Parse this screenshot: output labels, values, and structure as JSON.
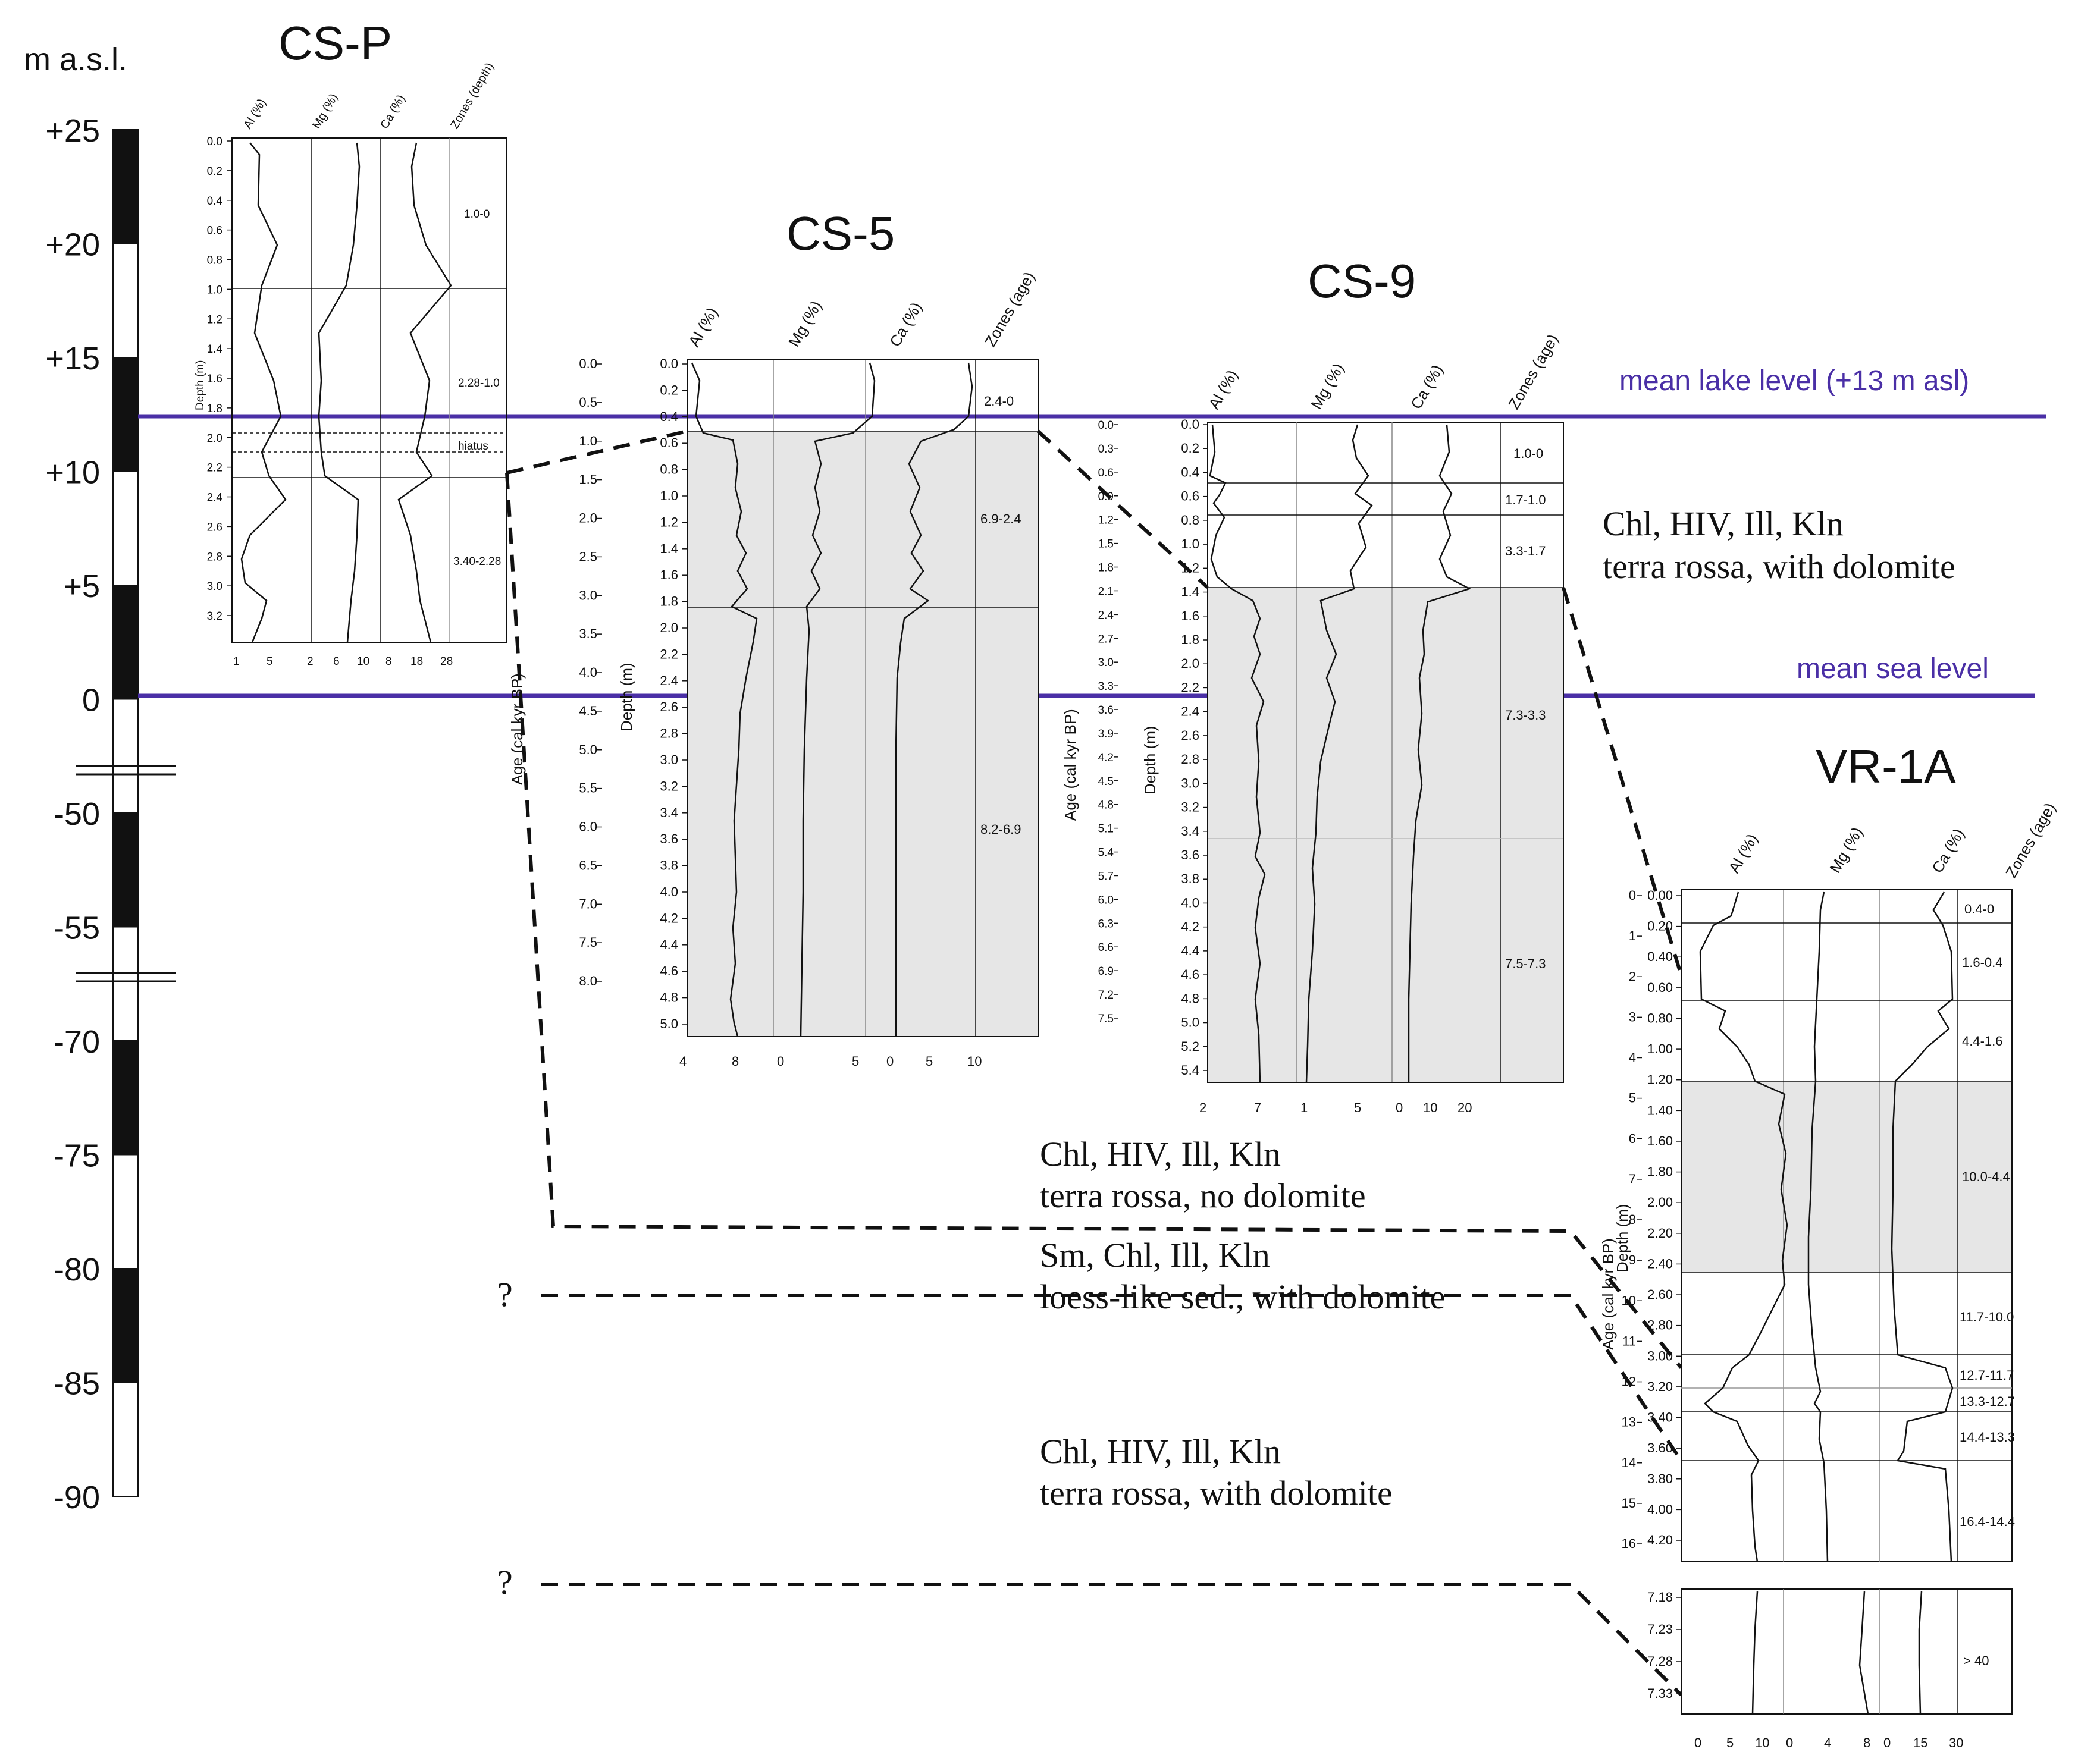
{
  "colors": {
    "level_line": "#4a2fa6",
    "gray_zone": "#e6e6e6",
    "ink": "#111111"
  },
  "scale": {
    "title": "m a.s.l.",
    "labels": [
      "+25",
      "+20",
      "+15",
      "+10",
      "+5",
      "0",
      "-50",
      "-55",
      "-70",
      "-75",
      "-80",
      "-85",
      "-90"
    ]
  },
  "levels": {
    "lake": "mean lake level (+13 m asl)",
    "sea": "mean sea level"
  },
  "notes": {
    "upper": {
      "line1": "Chl, HIV, Ill, Kln",
      "line2": "terra rossa, with dolomite"
    },
    "middle": {
      "line1": "Chl, HIV, Ill, Kln",
      "line2": "terra rossa, no dolomite"
    },
    "loess": {
      "line1": "Sm, Chl, Ill, Kln",
      "line2": "loess-like sed., with dolomite"
    },
    "lower": {
      "line1": "Chl, HIV, Ill, Kln",
      "line2": "terra rossa, with dolomite"
    },
    "question": "?"
  },
  "cores": {
    "csp": {
      "title": "CS-P",
      "columns": [
        "Al (%)",
        "Mg (%)",
        "Ca (%)",
        "Zones (depth)"
      ],
      "depth_label": "Depth (m)",
      "depth_ticks": [
        "0.0",
        "0.2",
        "0.4",
        "0.6",
        "0.8",
        "1.0",
        "1.2",
        "1.4",
        "1.6",
        "1.8",
        "2.0",
        "2.2",
        "2.4",
        "2.6",
        "2.8",
        "3.0",
        "3.2"
      ],
      "zones": [
        "1.0-0",
        "2.28-1.0",
        "hiatus",
        "3.40-2.28"
      ],
      "x_ticks": [
        "1",
        "5",
        "2",
        "6",
        "10",
        "8",
        "18",
        "28"
      ]
    },
    "cs5": {
      "title": "CS-5",
      "columns": [
        "Al (%)",
        "Mg (%)",
        "Ca (%)",
        "Zones (age)"
      ],
      "depth_label": "Depth (m)",
      "age_label": "Age (cal kyr BP)",
      "depth_ticks": [
        "0.0",
        "0.2",
        "0.4",
        "0.6",
        "0.8",
        "1.0",
        "1.2",
        "1.4",
        "1.6",
        "1.8",
        "2.0",
        "2.2",
        "2.4",
        "2.6",
        "2.8",
        "3.0",
        "3.2",
        "3.4",
        "3.6",
        "3.8",
        "4.0",
        "4.2",
        "4.4",
        "4.6",
        "4.8",
        "5.0"
      ],
      "age_ticks": [
        "0.0",
        "0.5",
        "1.0",
        "1.5",
        "2.0",
        "2.5",
        "3.0",
        "3.5",
        "4.0",
        "4.5",
        "5.0",
        "5.5",
        "6.0",
        "6.5",
        "7.0",
        "7.5",
        "8.0"
      ],
      "zones": [
        "2.4-0",
        "6.9-2.4",
        "8.2-6.9"
      ],
      "x_ticks": [
        "4",
        "8",
        "0",
        "5",
        "0",
        "5",
        "10"
      ]
    },
    "cs9": {
      "title": "CS-9",
      "columns": [
        "Al (%)",
        "Mg (%)",
        "Ca (%)",
        "Zones (age)"
      ],
      "depth_label": "Depth (m)",
      "age_label": "Age (cal kyr BP)",
      "depth_ticks": [
        "0.0",
        "0.2",
        "0.4",
        "0.6",
        "0.8",
        "1.0",
        "1.2",
        "1.4",
        "1.6",
        "1.8",
        "2.0",
        "2.2",
        "2.4",
        "2.6",
        "2.8",
        "3.0",
        "3.2",
        "3.4",
        "3.6",
        "3.8",
        "4.0",
        "4.2",
        "4.4",
        "4.6",
        "4.8",
        "5.0",
        "5.2",
        "5.4"
      ],
      "age_ticks": [
        "0.0",
        "0.3",
        "0.6",
        "0.9",
        "1.2",
        "1.5",
        "1.8",
        "2.1",
        "2.4",
        "2.7",
        "3.0",
        "3.3",
        "3.6",
        "3.9",
        "4.2",
        "4.5",
        "4.8",
        "5.1",
        "5.4",
        "5.7",
        "6.0",
        "6.3",
        "6.6",
        "6.9",
        "7.2",
        "7.5"
      ],
      "zones": [
        "1.0-0",
        "1.7-1.0",
        "3.3-1.7",
        "7.3-3.3",
        "7.5-7.3"
      ],
      "x_ticks": [
        "2",
        "7",
        "1",
        "5",
        "0",
        "10",
        "20"
      ]
    },
    "vr1a": {
      "title": "VR-1A",
      "columns": [
        "Al (%)",
        "Mg (%)",
        "Ca (%)",
        "Zones (age)"
      ],
      "depth_label": "Depth (m)",
      "age_label": "Age (cal kyr BP)",
      "depth_ticks": [
        "0.00",
        "0.20",
        "0.40",
        "0.60",
        "0.80",
        "1.00",
        "1.20",
        "1.40",
        "1.60",
        "1.80",
        "2.00",
        "2.20",
        "2.40",
        "2.60",
        "2.80",
        "3.00",
        "3.20",
        "3.40",
        "3.60",
        "3.80",
        "4.00",
        "4.20"
      ],
      "age_ticks": [
        "0",
        "1",
        "2",
        "3",
        "4",
        "5",
        "6",
        "7",
        "8",
        "9",
        "10",
        "11",
        "12",
        "13",
        "14",
        "15",
        "16"
      ],
      "zones": [
        "0.4-0",
        "1.6-0.4",
        "4.4-1.6",
        "10.0-4.4",
        "11.7-10.0",
        "12.7-11.7",
        "13.3-12.7",
        "14.4-13.3",
        "16.4-14.4"
      ],
      "lower_depth_ticks": [
        "7.18",
        "7.23",
        "7.28",
        "7.33"
      ],
      "lower_zone": "> 40",
      "x_ticks": [
        "0",
        "5",
        "10",
        "0",
        "4",
        "8",
        "0",
        "15",
        "30"
      ]
    }
  }
}
